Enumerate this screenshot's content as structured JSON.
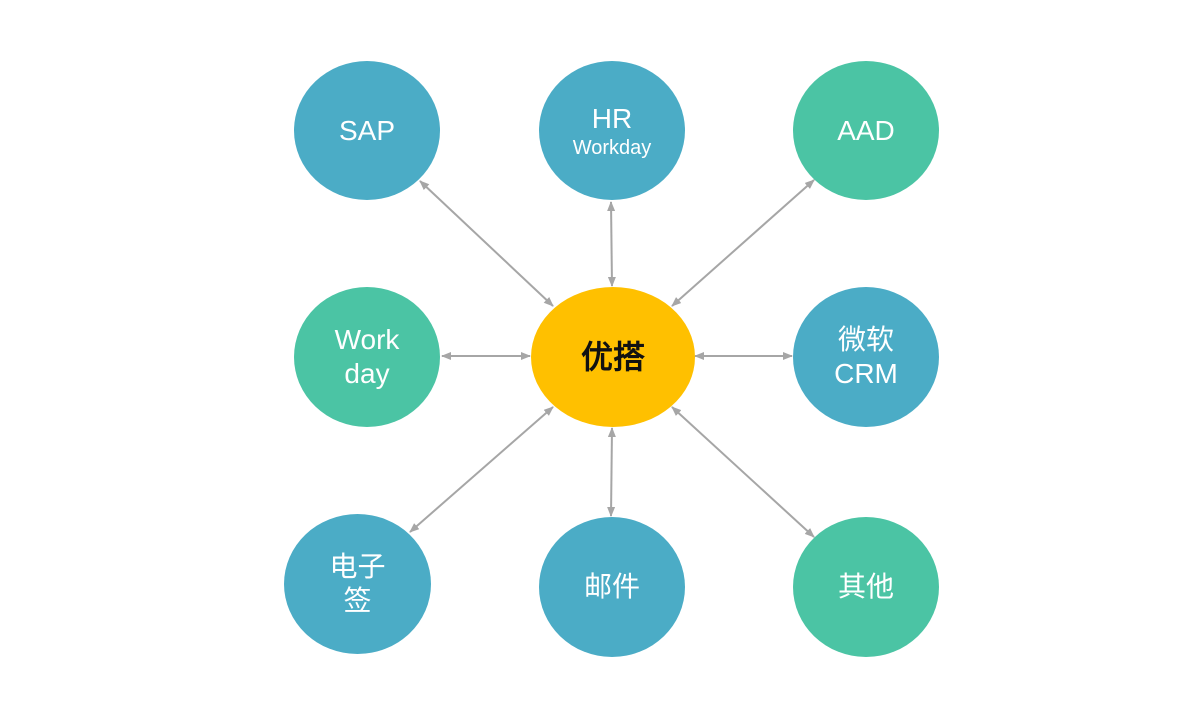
{
  "diagram": {
    "center": {
      "label": "优搭",
      "color": "#FFC000"
    },
    "colors": {
      "blue": "#4BACC6",
      "green": "#4BC4A4",
      "arrow": "#A6A6A6"
    },
    "nodes": {
      "sap": {
        "label": "SAP",
        "color": "blue"
      },
      "hr": {
        "label": "HR",
        "sub": "Workday",
        "color": "blue"
      },
      "aad": {
        "label": "AAD",
        "color": "green"
      },
      "workday": {
        "label": "Work",
        "label2": "day",
        "color": "green"
      },
      "crm": {
        "label": "微软",
        "label2": "CRM",
        "color": "blue"
      },
      "esign": {
        "label": "电子",
        "label2": "签",
        "color": "blue"
      },
      "mail": {
        "label": "邮件",
        "color": "blue"
      },
      "other": {
        "label": "其他",
        "color": "green"
      }
    }
  }
}
